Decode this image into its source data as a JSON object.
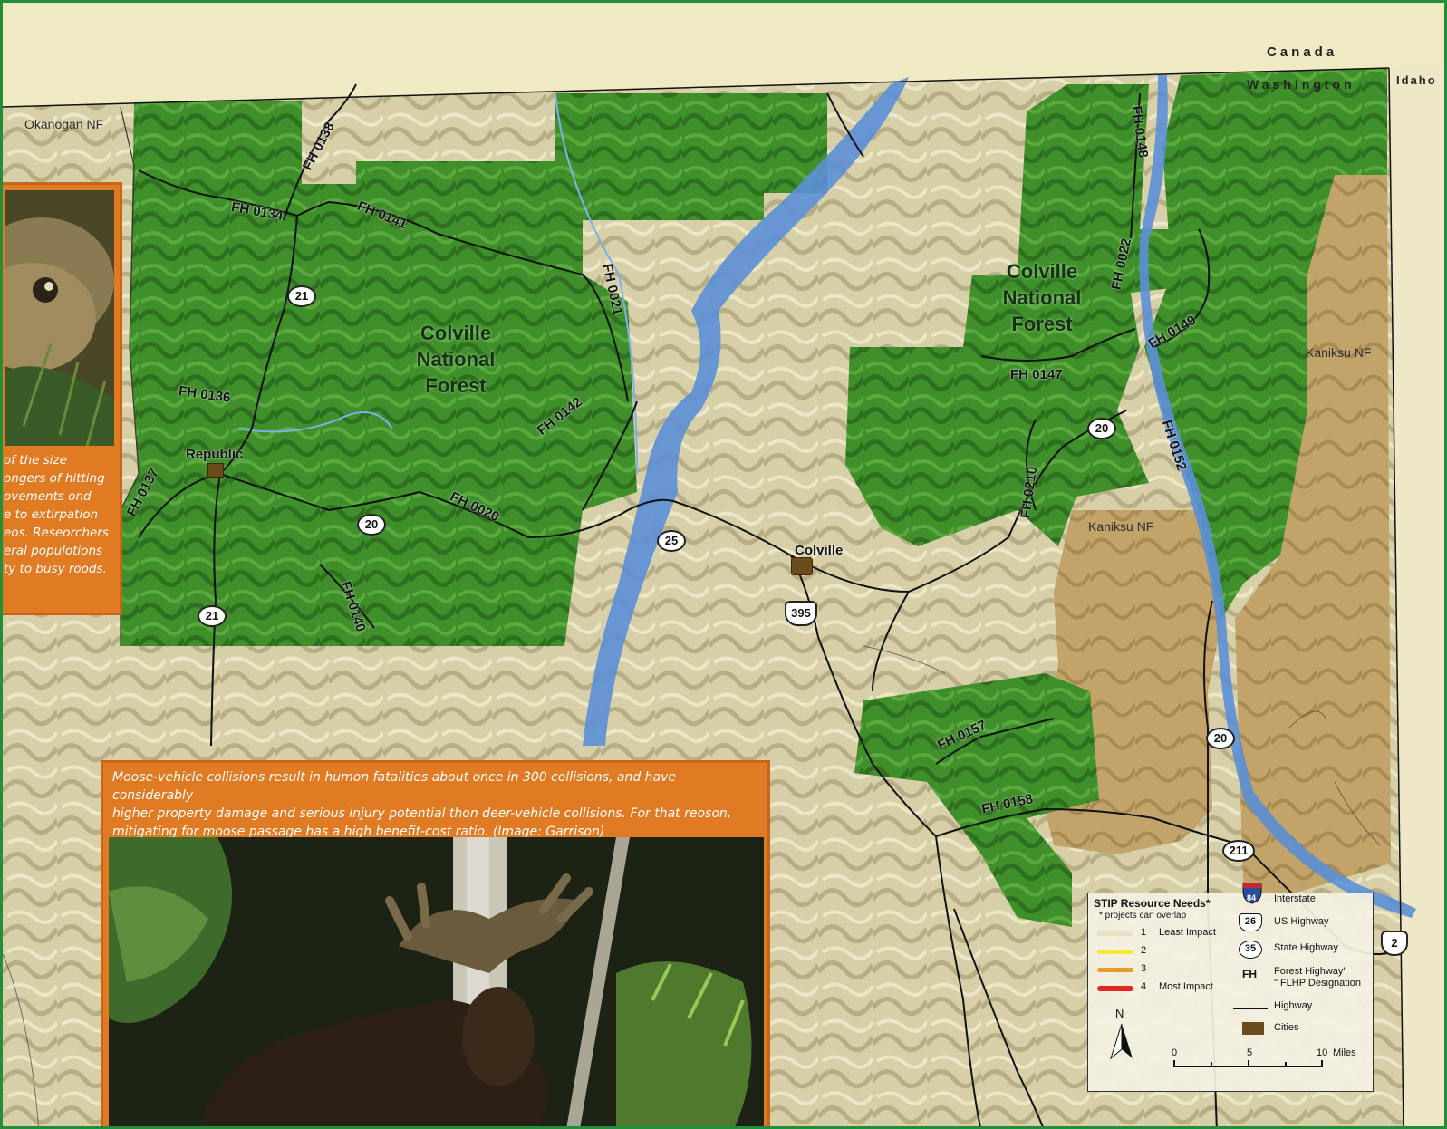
{
  "map": {
    "regions": {
      "canada": "Canada",
      "washington": "Washington",
      "idaho": "Idaho"
    },
    "forest_labels": {
      "okanogan_nf": "Okanogan NF",
      "colville_west_l1": "Colville",
      "colville_west_l2": "National",
      "colville_west_l3": "Forest",
      "colville_east_l1": "Colville",
      "colville_east_l2": "National",
      "colville_east_l3": "Forest",
      "kaniksu_nf_east": "Kaniksu NF",
      "kaniksu_nf_south": "Kaniksu NF"
    },
    "forest_highways": {
      "fh0138": "FH 0138",
      "fh0134": "FH 0134",
      "fh0141": "FH 0141",
      "fh0136": "FH 0136",
      "fh0137": "FH 0137",
      "fh0142": "FH 0142",
      "fh0020": "FH 0020",
      "fh0140": "FH 0140",
      "fh0021": "FH 0021",
      "fh0148": "FH 0148",
      "fh0022": "FH 0022",
      "fh0149": "FH 0149",
      "fh0147": "FH 0147",
      "fh0152": "FH 0152",
      "fh0210": "FH 0210",
      "fh0157": "FH 0157",
      "fh0158": "FH 0158"
    },
    "state_highways": {
      "sr21_north": "21",
      "sr21_south": "21",
      "sr20_west": "20",
      "sr25": "25",
      "sr20_colville": "20",
      "sr20_south": "20",
      "sr211": "211"
    },
    "us_highways": {
      "us395": "395",
      "us2": "2"
    },
    "cities": {
      "republic": "Republic",
      "colville": "Colville"
    },
    "colors": {
      "forest_green": "#3f8f2a",
      "kaniksu_tan": "#c2a46a",
      "terrain": "#d8d2ac",
      "river": "#5b8fd6",
      "callout_orange": "#e07a23",
      "border_green": "#1f8f3a"
    }
  },
  "callouts": {
    "toad": {
      "text_lines": [
        "of the size",
        "ongers of hitting",
        "ovements ond",
        "e to extirpation",
        "eos. Reseorchers",
        "eral populotions",
        "ty to busy roods."
      ]
    },
    "moose": {
      "text_lines": [
        "Moose-vehicle collisions result in humon fatalities about once in 300 collisions, and have considerably",
        "higher property damage and serious injury potential thon deer-vehicle collisions. For that reoson,",
        "mitigating for moose passage has a high benefit-cost ratio.  (Image: Garrison)"
      ]
    }
  },
  "legend": {
    "title": "STIP Resource Needs*",
    "note": "* projects can overlap",
    "levels": [
      {
        "num": "1",
        "label": "Least Impact",
        "color": "#e8e2c2"
      },
      {
        "num": "2",
        "label": "",
        "color": "#f2ea3a"
      },
      {
        "num": "3",
        "label": "",
        "color": "#eb9a2c"
      },
      {
        "num": "4",
        "label": "Most Impact",
        "color": "#e3261f"
      }
    ],
    "symbols": {
      "interstate_num": "84",
      "interstate": "Interstate",
      "us_num": "26",
      "us_highway": "US Highway",
      "state_num": "35",
      "state_highway": "State Highway",
      "fh_code": "FH",
      "forest_highway_l1": "Forest Highway\"",
      "forest_highway_l2": "\" FLHP Designation",
      "highway": "Highway",
      "cities": "Cities"
    },
    "north": "N",
    "scale": {
      "zero": "0",
      "five": "5",
      "ten": "10",
      "unit": "Miles"
    }
  }
}
